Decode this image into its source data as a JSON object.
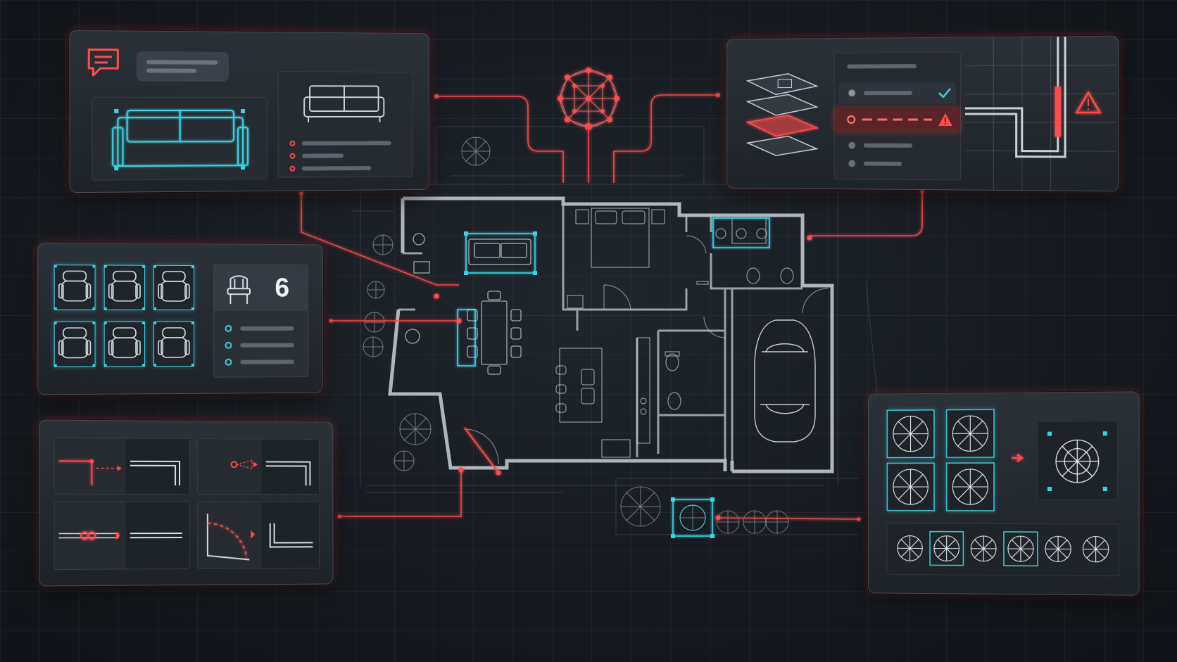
{
  "scene": {
    "theme": "dark-blueprint",
    "accent_cyan": "#39d3e3",
    "accent_red": "#ff4b4b",
    "background": "#171b21"
  },
  "chair_count_panel": {
    "count": "6",
    "chair_icon": "chair-icon",
    "list_items": 3
  },
  "validation_panel": {
    "rows": [
      {
        "status": "ok",
        "icon": "check-icon"
      },
      {
        "status": "error",
        "icon": "warning-icon"
      },
      {
        "status": "neutral",
        "icon": ""
      },
      {
        "status": "neutral",
        "icon": ""
      }
    ],
    "side_warning_icon": "warning-icon"
  },
  "icons": {
    "chat": "chat-bubble-icon",
    "sofa": "sofa-icon",
    "network": "neural-network-icon",
    "layers": "layers-icon",
    "tree": "tree-plan-icon",
    "car": "car-icon",
    "arrow": "arrow-right-icon"
  }
}
